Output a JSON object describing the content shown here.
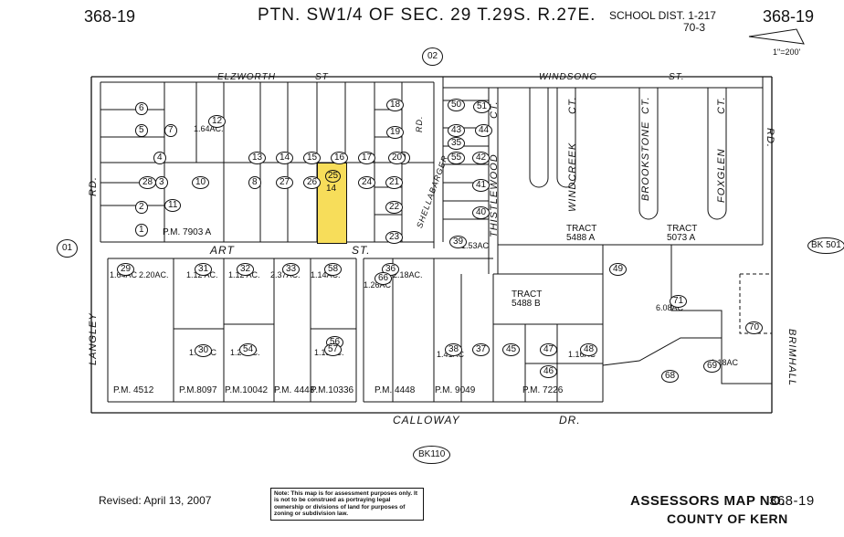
{
  "header": {
    "map_no_left": "368-19",
    "map_no_right": "368-19",
    "title": "PTN. SW1/4 OF SEC. 29 T.29S. R.27E.",
    "school_dist": "SCHOOL DIST. 1-217",
    "school_dist_sub": "70-3"
  },
  "north_arrow": {
    "label": "1\"=200'"
  },
  "streets": {
    "elzworth": "ELZWORTH",
    "elzworth_st": "ST",
    "windsong": "WINDSONG",
    "windsong_st": "ST.",
    "art": "ART",
    "art_st": "ST.",
    "calloway": "CALLOWAY",
    "calloway_dr": "DR.",
    "langley": "LANGLEY",
    "rd_left": "RD.",
    "rd_right": "RD.",
    "brimhall": "BRIMHALL",
    "thistlewood": "THISTLEWOOD",
    "ct1": "CT.",
    "windcreek": "WINDCREEK",
    "ct2": "CT.",
    "brookstone": "BROOKSTONE",
    "ct3": "CT.",
    "foxglen": "FOXGLEN",
    "ct4": "CT.",
    "shellabarger": "SHELLABARGER",
    "rd_mid": "RD."
  },
  "book_refs": {
    "top": "02",
    "left": "01",
    "right": "BK 501",
    "bottom": "BK110"
  },
  "tracts": [
    {
      "name": "TRACT",
      "no": "5488 A"
    },
    {
      "name": "TRACT",
      "no": "5073 A"
    },
    {
      "name": "TRACT",
      "no": "5488 B"
    }
  ],
  "parcel_maps": [
    {
      "text": "P.M. 7903 A"
    },
    {
      "text": "P.M. 4512"
    },
    {
      "text": "P.M.8097"
    },
    {
      "text": "P.M.10042"
    },
    {
      "text": "P.M. 4448"
    },
    {
      "text": "P.M.10336"
    },
    {
      "text": "P.M. 4448"
    },
    {
      "text": "P.M. 9049"
    },
    {
      "text": "P.M. 7226"
    }
  ],
  "parcels_circled": [
    "1",
    "2",
    "3",
    "4",
    "5",
    "6",
    "7",
    "8",
    "9",
    "10",
    "11",
    "12",
    "13",
    "14",
    "15",
    "16",
    "17",
    "18",
    "19",
    "20",
    "21",
    "22",
    "23",
    "24",
    "25",
    "26",
    "27",
    "28",
    "29",
    "30",
    "31",
    "32",
    "33",
    "35",
    "36",
    "37",
    "38",
    "39",
    "40",
    "41",
    "42",
    "43",
    "44",
    "45",
    "46",
    "47",
    "48",
    "49",
    "50",
    "51",
    "54",
    "55",
    "56",
    "57",
    "58",
    "66",
    "68",
    "69",
    "70",
    "71"
  ],
  "acreages": [
    "1.64AC",
    "2.20AC.",
    "1.12 AC.",
    "1.12 AC.",
    "2.37AC.",
    "1.14AC.",
    "1.08AC",
    "1.28AC.",
    "1.15AC.",
    "1.26AC",
    "2.18AC.",
    "1.41AC",
    "1.53AC",
    "1.16AC",
    "6.08AC",
    "1.18AC",
    "1.64AC."
  ],
  "highlight_parcel": {
    "number": "25",
    "lot": "14"
  },
  "footer": {
    "revised": "Revised: April 13, 2007",
    "note": "Note: This map is for assessment purposes only. It is not to be construed as portraying legal ownership or divisions of land for purposes of zoning or subdivision law.",
    "assessor": "ASSESSORS MAP NO.",
    "assessor_no": "368-19",
    "county": "COUNTY OF KERN"
  },
  "colors": {
    "highlight": "#f7dd5a",
    "ink": "#111111"
  }
}
